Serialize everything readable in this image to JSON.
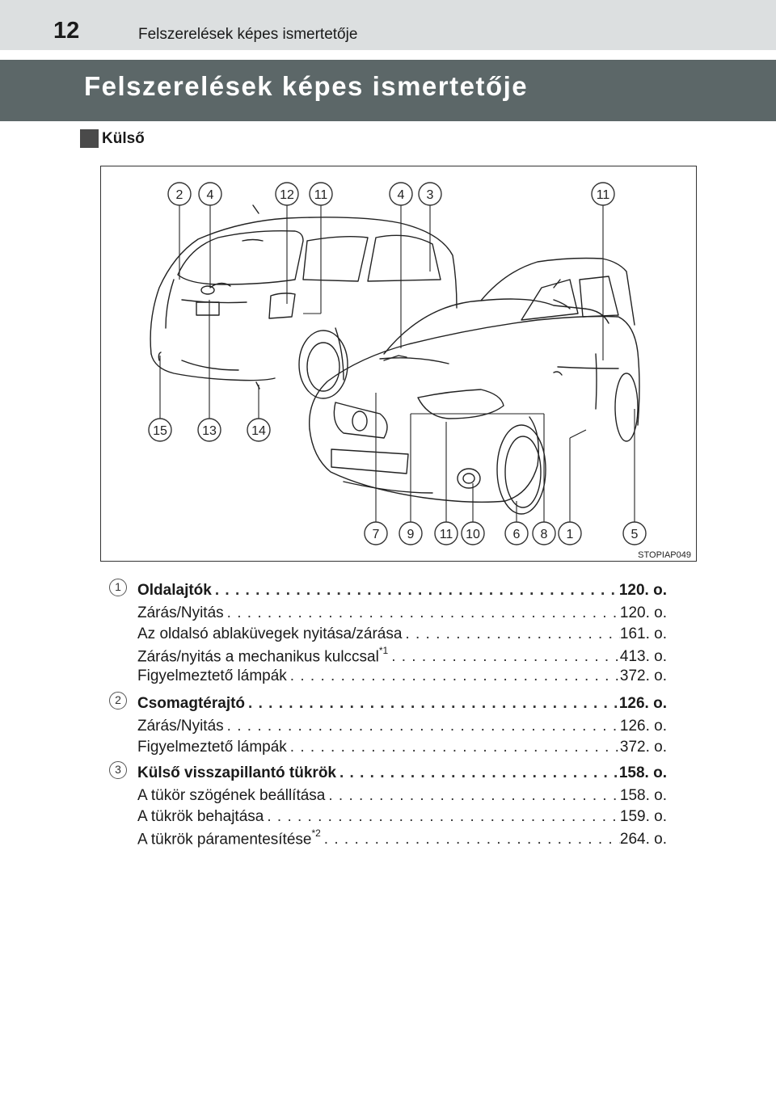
{
  "header": {
    "page_number": "12",
    "running_title": "Felszerelések képes ismertetője"
  },
  "title": "Felszerelések képes ismertetője",
  "section": "Külső",
  "figure": {
    "code": "STOPIAP049",
    "callouts": {
      "c2": "2",
      "c4a": "4",
      "c12": "12",
      "c11a": "11",
      "c4b": "4",
      "c3": "3",
      "c11b": "11",
      "c15": "15",
      "c13": "13",
      "c14": "14",
      "c7": "7",
      "c9": "9",
      "c11c": "11",
      "c10": "10",
      "c6": "6",
      "c8": "8",
      "c1": "1",
      "c5": "5"
    }
  },
  "entries": [
    {
      "number": "1",
      "title": "Oldalajtók",
      "page": "120. o.",
      "items": [
        {
          "label": "Zárás/Nyitás",
          "sup": "",
          "page": "120. o."
        },
        {
          "label": "Az oldalsó ablaküvegek nyitása/zárása",
          "sup": "",
          "page": "161. o."
        },
        {
          "label": "Zárás/nyitás a mechanikus kulccsal",
          "sup": "*1",
          "page": "413. o."
        },
        {
          "label": "Figyelmeztető lámpák",
          "sup": "",
          "page": "372. o."
        }
      ]
    },
    {
      "number": "2",
      "title": "Csomagtérajtó",
      "page": "126. o.",
      "items": [
        {
          "label": "Zárás/Nyitás",
          "sup": "",
          "page": "126. o."
        },
        {
          "label": "Figyelmeztető lámpák",
          "sup": "",
          "page": "372. o."
        }
      ]
    },
    {
      "number": "3",
      "title": "Külső visszapillantó tükrök",
      "page": "158. o.",
      "items": [
        {
          "label": "A tükör szögének beállítása",
          "sup": "",
          "page": "158. o."
        },
        {
          "label": "A tükrök behajtása",
          "sup": "",
          "page": "159. o."
        },
        {
          "label": "A tükrök páramentesítése",
          "sup": "*2",
          "page": "264. o."
        }
      ]
    }
  ]
}
